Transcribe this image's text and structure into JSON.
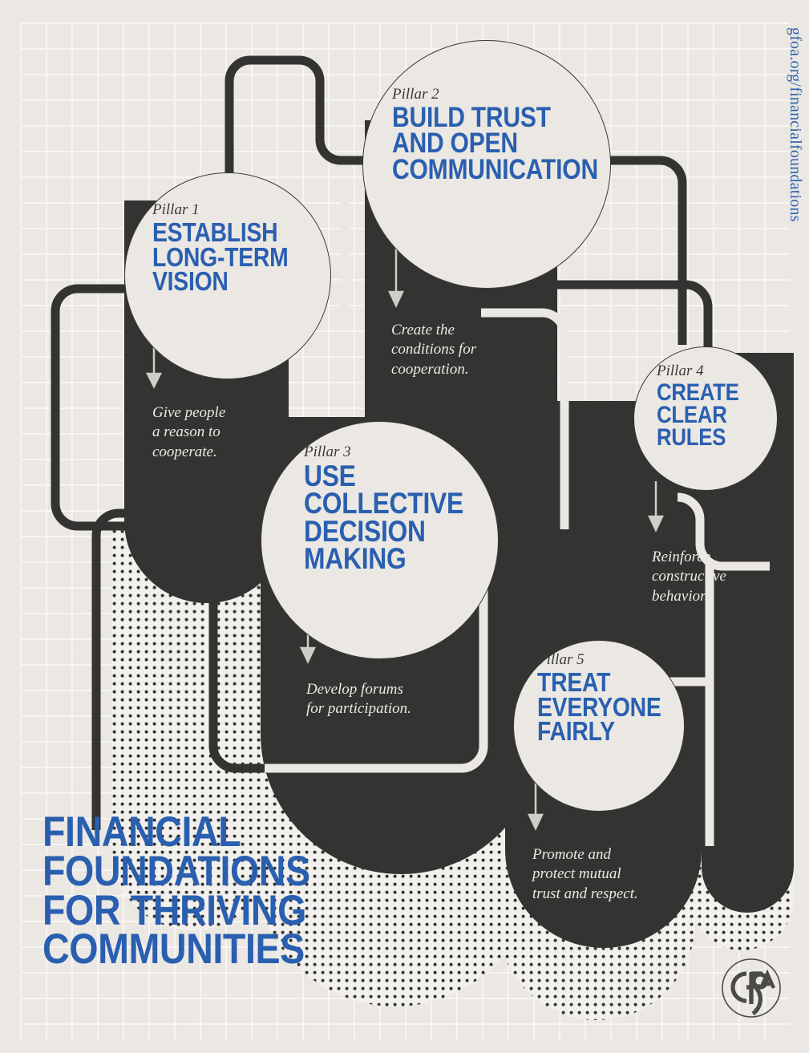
{
  "meta": {
    "colors": {
      "background": "#ebe8e3",
      "grid_line": "#f7f5f2",
      "dark": "#333331",
      "accent_blue": "#2a5fb0",
      "cream": "#eceae5"
    }
  },
  "url_link": "gfoa.org/financialfoundations",
  "main_title": {
    "lines": [
      "FINANCIAL",
      "FOUNDATIONS",
      "FOR THRIVING",
      "COMMUNITIES"
    ],
    "full": "FINANCIAL FOUNDATIONS FOR THRIVING COMMUNITIES"
  },
  "logo": {
    "name": "gfoa-logo",
    "letters": "GFOA",
    "mark": "®"
  },
  "pillars": [
    {
      "kicker": "Pillar 1",
      "title_lines": [
        "ESTABLISH",
        "LONG-TERM",
        "VISION"
      ],
      "title": "ESTABLISH LONG-TERM VISION",
      "caption_lines": [
        "Give people",
        "a reason to",
        "cooperate."
      ],
      "caption": "Give people a reason to cooperate."
    },
    {
      "kicker": "Pillar 2",
      "title_lines": [
        "BUILD TRUST",
        "AND OPEN",
        "COMMUNICATION"
      ],
      "title": "BUILD TRUST AND OPEN COMMUNICATION",
      "caption_lines": [
        "Create the",
        "conditions for",
        "cooperation."
      ],
      "caption": "Create the conditions for cooperation."
    },
    {
      "kicker": "Pillar 3",
      "title_lines": [
        "USE",
        "COLLECTIVE",
        "DECISION",
        "MAKING"
      ],
      "title": "USE COLLECTIVE DECISION MAKING",
      "caption_lines": [
        "Develop forums",
        "for participation."
      ],
      "caption": "Develop forums for participation."
    },
    {
      "kicker": "Pillar 4",
      "title_lines": [
        "CREATE",
        "CLEAR",
        "RULES"
      ],
      "title": "CREATE CLEAR RULES",
      "caption_lines": [
        "Reinforce",
        "constructive",
        "behavior."
      ],
      "caption": "Reinforce constructive behavior."
    },
    {
      "kicker": "Pillar 5",
      "title_lines": [
        "TREAT",
        "EVERYONE",
        "FAIRLY"
      ],
      "title": "TREAT EVERYONE FAIRLY",
      "caption_lines": [
        "Promote and",
        "protect mutual",
        "trust and respect."
      ],
      "caption": "Promote and protect mutual trust and respect."
    }
  ]
}
